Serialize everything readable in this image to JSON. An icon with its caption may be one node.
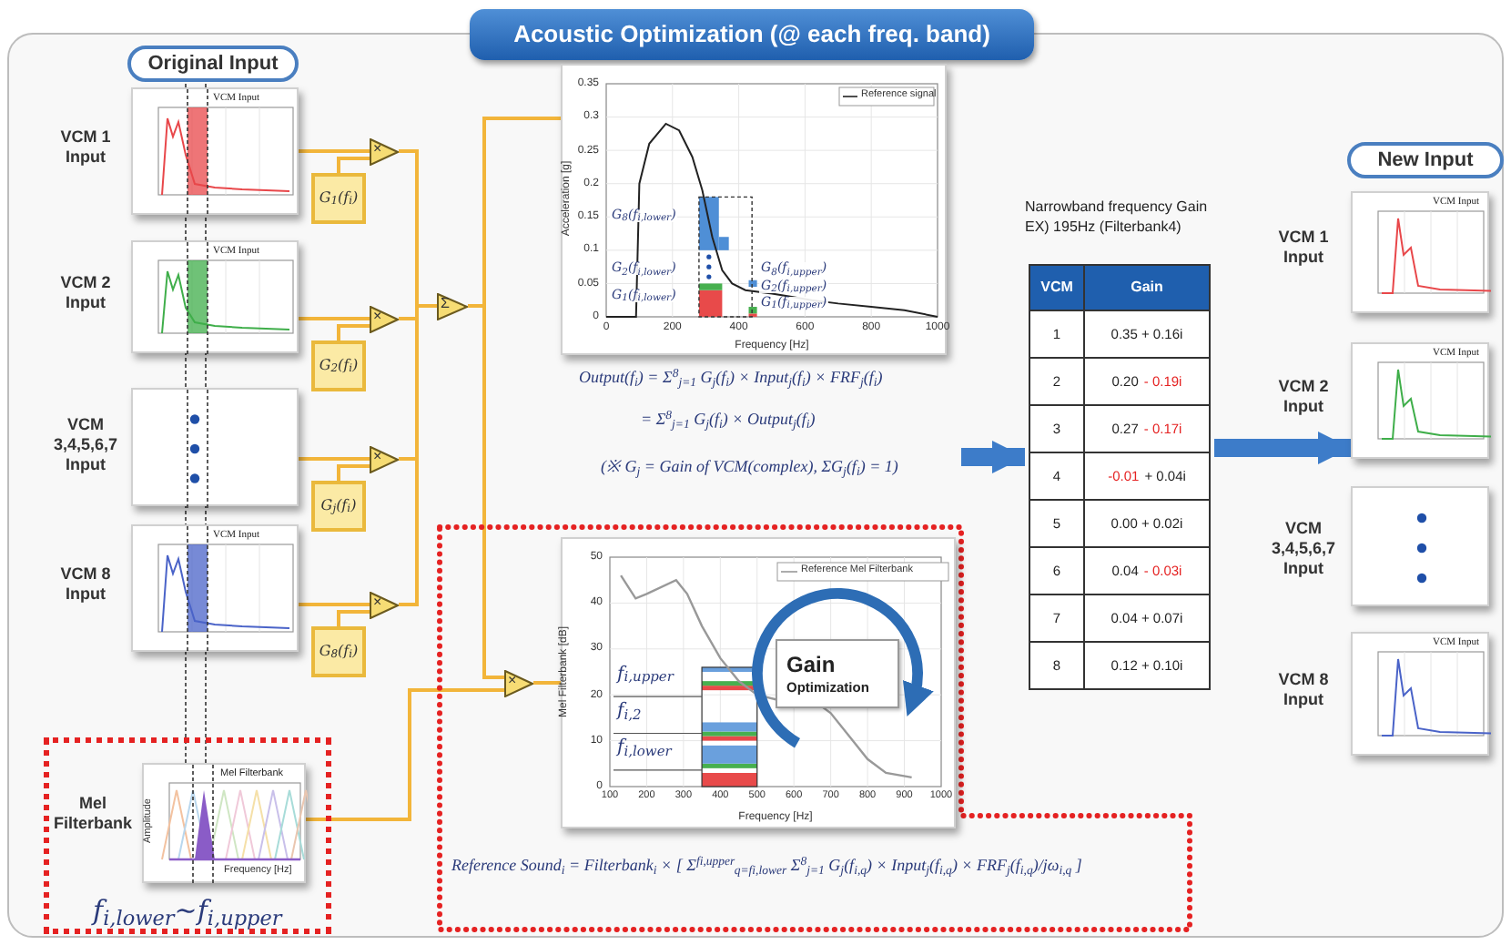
{
  "diagram": {
    "title": "Acoustic Optimization (@ each freq. band)",
    "nodes": [
      {
        "text": [],
        "shape": "picture",
        "beside": [
          "VCM 1 Input"
        ]
      },
      {
        "text": [],
        "shape": "picture",
        "beside": [
          "VCM 2 Input"
        ]
      },
      {
        "text": [],
        "shape": "picture",
        "beside": [
          "VCM 3,4,5,6,7 Input"
        ]
      },
      {
        "text": [],
        "shape": "picture",
        "beside": [
          "VCM 8 Input"
        ]
      },
      {
        "text": [
          "f$_{i,lower}$~f$_{i,upper}$"
        ]
      },
      {
        "text": [],
        "shape": "picture",
        "in": 4,
        "beside": [
          "Mel Filterbank"
        ]
      },
      {
        "text": [
          "G$_{1}$(f$_{i}$)"
        ]
      },
      {
        "text": [
          "G$_{2}$(f$_{i}$)"
        ]
      },
      {
        "text": [
          "G$_{j}$(f$_{i}$)"
        ]
      },
      {
        "text": [
          "G$_{8}$(f$_{i}$)"
        ]
      },
      {
        "text": [
          "×"
        ]
      },
      {
        "text": [
          "×"
        ]
      },
      {
        "text": [
          "×"
        ]
      },
      {
        "text": [
          "×"
        ]
      },
      {
        "text": [
          "Σ"
        ]
      },
      {
        "text": [],
        "shape": "picture"
      },
      {
        "text": [
          "Reference Sound$_{i}$ = Filterbank$_{i}$ × [ Σ$^{fi,upper}$$_{q=fi,lower}$ Σ$^{8}$$_{j=1}$ G$_{j}$(f$_{i,q}$) × Input$_{j}$(f$_{i,q}$) × FRF$_{j}$(f$_{i,q}$)/jω$_{i,q}$ ]"
        ]
      },
      {
        "text": [
          "×"
        ],
        "in": 16
      },
      {
        "text": [],
        "shape": "picture",
        "in": 16
      },
      {
        "text": [
          "Gain",
          "Optimization"
        ],
        "in": 18
      },
      {
        "text": [
          "Narrowband frequency Gain EX) 195Hz (Filterbank4)"
        ]
      },
      {
        "text": [],
        "shape": "picture",
        "beside": [
          "VCM 1 Input"
        ]
      },
      {
        "text": [],
        "shape": "picture",
        "beside": [
          "VCM 2 Input"
        ]
      },
      {
        "text": [],
        "shape": "picture",
        "beside": [
          "VCM 3,4,5,6,7 Input"
        ]
      },
      {
        "text": [],
        "shape": "picture",
        "beside": [
          "VCM 8 Input"
        ]
      }
    ],
    "edges": [
      {
        "from": 0,
        "to": 10,
        "arrow": "none"
      },
      {
        "from": 6,
        "to": 10,
        "arrow": "none"
      },
      {
        "from": 1,
        "to": 11,
        "arrow": "none"
      },
      {
        "from": 7,
        "to": 11,
        "arrow": "none"
      },
      {
        "from": 2,
        "to": 12,
        "arrow": "none"
      },
      {
        "from": 8,
        "to": 12,
        "arrow": "none"
      },
      {
        "from": 3,
        "to": 13,
        "arrow": "none"
      },
      {
        "from": 9,
        "to": 13,
        "arrow": "none"
      },
      {
        "from": 10,
        "to": 14,
        "arrow": "none"
      },
      {
        "from": 11,
        "to": 14,
        "arrow": "none"
      },
      {
        "from": 12,
        "to": 14,
        "arrow": "none"
      },
      {
        "from": 13,
        "to": 14,
        "arrow": "none"
      },
      {
        "from": 14,
        "to": 15,
        "arrow": "none"
      },
      {
        "from": 14,
        "to": 17,
        "arrow": "none"
      },
      {
        "from": 5,
        "to": 17,
        "arrow": "none"
      },
      {
        "from": 17,
        "to": 18,
        "arrow": "none"
      },
      {
        "from": null,
        "to": 20,
        "arrow": "to",
        "style": "thick",
        "color": "#3d7cc9"
      },
      {
        "from": 20,
        "to": 22,
        "arrow": "to",
        "style": "thick",
        "color": "#3d7cc9"
      }
    ],
    "labels": [
      "Original Input",
      "VCM Input",
      "VCM Input",
      "VCM Input",
      "Mel Filterbank",
      "Amplitude",
      "Frequency [Hz]",
      "Reference signal",
      "Acceleration [g]",
      "Frequency [Hz]",
      "0",
      "200",
      "400",
      "600",
      "800",
      "1000",
      "0",
      "0.05",
      "0.1",
      "0.15",
      "0.2",
      "0.25",
      "0.3",
      "0.35",
      "G$_{8}$(f$_{i,lower}$)",
      "G$_{2}$(f$_{i,lower}$)",
      "G$_{1}$(f$_{i,lower}$)",
      "G$_{8}$(f$_{i,upper}$)",
      "G$_{2}$(f$_{i,upper}$)",
      "G$_{1}$(f$_{i,upper}$)",
      "Output(f$_{i}$) = Σ$^{8}$$_{j=1}$ G$_{j}$(f$_{i}$) × Input$_{j}$(f$_{i}$) × FRF$_{j}$(f$_{i}$)",
      "= Σ$^{8}$$_{j=1}$ G$_{j}$(f$_{i}$) × Output$_{j}$(f$_{i}$)",
      "(※ G$_{j}$ = Gain of VCM(complex), ΣG$_{j}$(f$_{i}$) = 1)",
      "Reference Mel Filterbank",
      "Mel Filterbank [dB]",
      "Frequency [Hz]",
      "100",
      "200",
      "300",
      "400",
      "500",
      "600",
      "700",
      "800",
      "900",
      "1000",
      "0",
      "10",
      "20",
      "30",
      "40",
      "50",
      "f$_{i,upper}$",
      "f$_{i,2}$",
      "f$_{i,lower}$",
      "VCM",
      "Gain",
      "1",
      "0.35 + 0.16i",
      "2",
      "0.20",
      "- 0.19i",
      "3",
      "0.27",
      "- 0.17i",
      "4",
      "-0.01",
      "+ 0.04i",
      "5",
      "0.00 + 0.02i",
      "6",
      "0.04",
      "- 0.03i",
      "7",
      "0.04 + 0.07i",
      "8",
      "0.12 + 0.10i",
      "New Input",
      "VCM Input",
      "VCM Input",
      "VCM Input"
    ]
  }
}
